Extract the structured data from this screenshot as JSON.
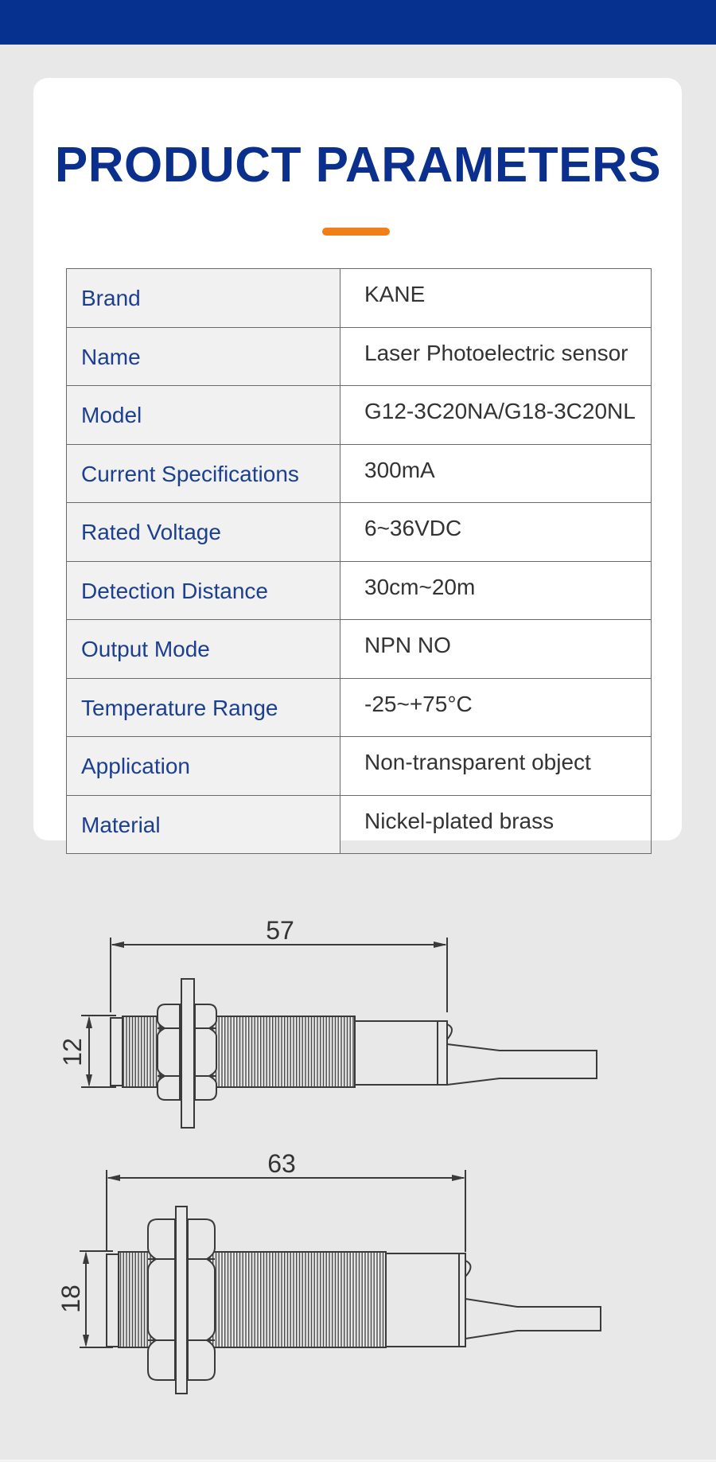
{
  "header": {
    "title": "PRODUCT PARAMETERS",
    "accent_color": "#f07f1a",
    "brand_color": "#06318f"
  },
  "params": [
    {
      "key": "Brand",
      "value": "KANE"
    },
    {
      "key": "Name",
      "value": "Laser Photoelectric sensor"
    },
    {
      "key": "Model",
      "value": "G12-3C20NA/G18-3C20NL"
    },
    {
      "key": "Current Specifications",
      "value": "300mA"
    },
    {
      "key": "Rated Voltage",
      "value": "6~36VDC"
    },
    {
      "key": "Detection Distance",
      "value": "30cm~20m"
    },
    {
      "key": "Output Mode",
      "value": "NPN NO"
    },
    {
      "key": "Temperature Range",
      "value": "-25~+75°C"
    },
    {
      "key": "Application",
      "value": "Non-transparent object"
    },
    {
      "key": "Material",
      "value": "Nickel-plated brass"
    }
  ],
  "drawing": {
    "top_sensor": {
      "length": "57",
      "diameter": "12"
    },
    "bottom_sensor": {
      "length": "63",
      "diameter": "18"
    }
  }
}
